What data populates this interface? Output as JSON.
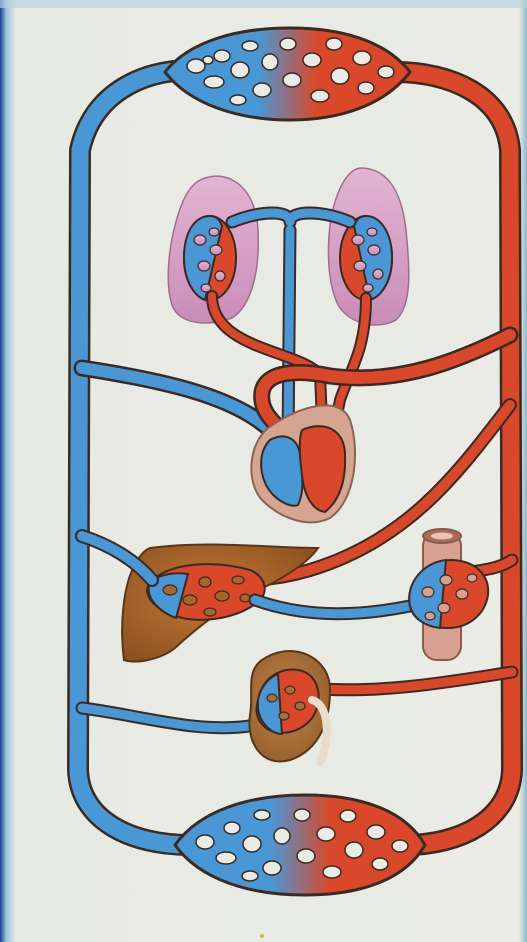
{
  "diagram": {
    "labels": [],
    "colors": {
      "background_edge": "#1a3d9a",
      "background_edge_light": "#9ec3d6",
      "paper": "#e9ebe4",
      "vein_blue": "#4a97d6",
      "artery_red": "#d9482a",
      "lung_pink": "#d9a5c8",
      "heart_tissue": "#d5a592",
      "liver_brown": "#a8652a",
      "kidney_brown": "#a7703a",
      "intestine_pink": "#d8a090",
      "outline": "#3a2a22"
    },
    "organs": [
      "lungs",
      "heart",
      "liver",
      "intestine",
      "kidney",
      "upper-body-capillaries",
      "lower-body-capillaries"
    ]
  }
}
